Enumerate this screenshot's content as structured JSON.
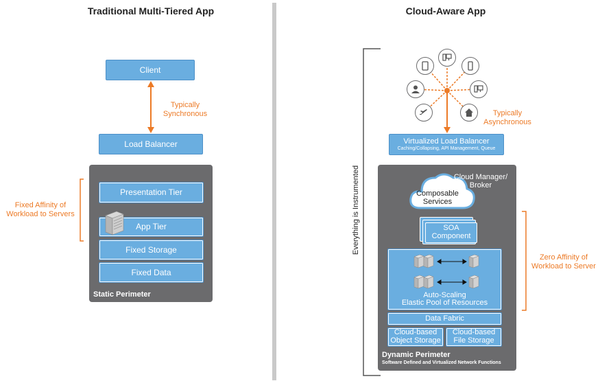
{
  "left": {
    "title": "Traditional Multi-Tiered App",
    "client": "Client",
    "sync_label_1": "Typically",
    "sync_label_2": "Synchronous",
    "load_balancer": "Load Balancer",
    "affinity_1": "Fixed Affinity of",
    "affinity_2": "Workload to Servers",
    "tiers": [
      "Presentation Tier",
      "App Tier",
      "Fixed Storage",
      "Fixed Data"
    ],
    "perimeter": "Static Perimeter"
  },
  "right": {
    "title": "Cloud-Aware App",
    "instrumented": "Everything is Instrumented",
    "async_label_1": "Typically",
    "async_label_2": "Asynchronous",
    "vlb_title": "Virtualized Load Balancer",
    "vlb_sub": "Caching/Collapsing, API Management, Queue",
    "cloud_manager_1": "Cloud Manager/",
    "cloud_manager_2": "Broker",
    "composable_1": "Composable",
    "composable_2": "Services",
    "soa_1": "SOA",
    "soa_2": "Component",
    "autoscale_1": "Auto-Scaling",
    "autoscale_2": "Elastic Pool of Resources",
    "data_fabric": "Data Fabric",
    "object_storage_1": "Cloud-based",
    "object_storage_2": "Object Storage",
    "file_storage_1": "Cloud-based",
    "file_storage_2": "File Storage",
    "zero_affinity_1": "Zero Affinity of",
    "zero_affinity_2": "Workload to Server",
    "perimeter": "Dynamic Perimeter",
    "perimeter_sub": "Software Defined and Virtualized Network Functions"
  },
  "colors": {
    "box_blue": "#6aaee0",
    "perimeter_gray": "#6b6b6d",
    "accent_orange": "#ec7a26"
  },
  "icons": [
    "tablet-icon",
    "desktop-phone-icon",
    "smartphone-icon",
    "user-icon",
    "monitor-phone-icon",
    "airplane-icon",
    "home-icon",
    "server-icon"
  ]
}
